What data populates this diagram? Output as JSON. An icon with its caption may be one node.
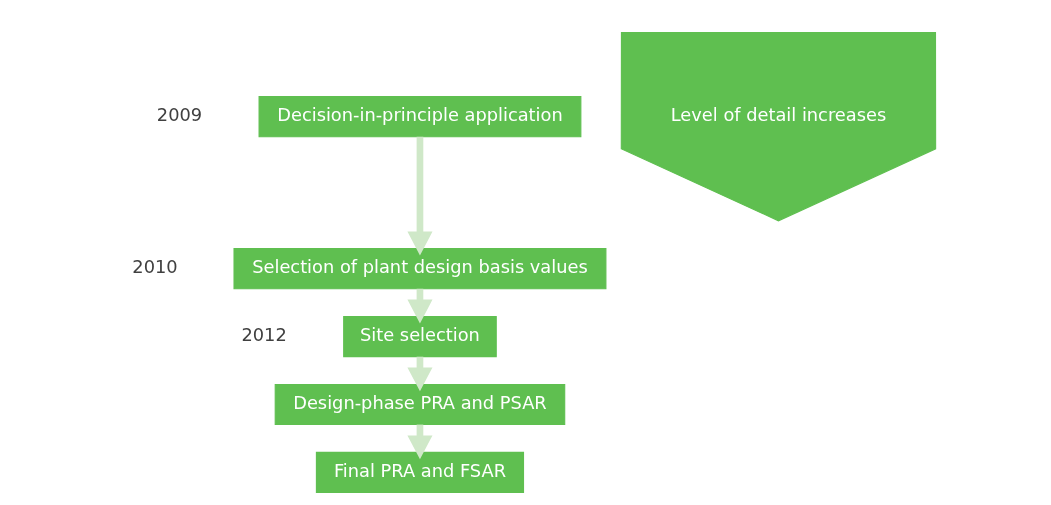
{
  "diagram": {
    "nodes": [
      {
        "text": [
          "Decision-in-principle application"
        ],
        "beside": [
          "2009"
        ]
      },
      {
        "text": [
          "Selection of plant design basis values"
        ],
        "beside": [
          "2010"
        ]
      },
      {
        "text": [
          "Site selection"
        ],
        "beside": [
          "2012"
        ]
      },
      {
        "text": [
          "Design-phase PRA and PSAR"
        ]
      },
      {
        "text": [
          "Final PRA and FSAR"
        ]
      },
      {
        "text": [
          "Level of detail increases"
        ]
      }
    ],
    "edges": [
      {
        "from": 0,
        "to": 1,
        "arrow": "to"
      },
      {
        "from": 1,
        "to": 2,
        "arrow": "to"
      },
      {
        "from": 2,
        "to": 3,
        "arrow": "to"
      },
      {
        "from": 3,
        "to": 4,
        "arrow": "to"
      }
    ]
  }
}
